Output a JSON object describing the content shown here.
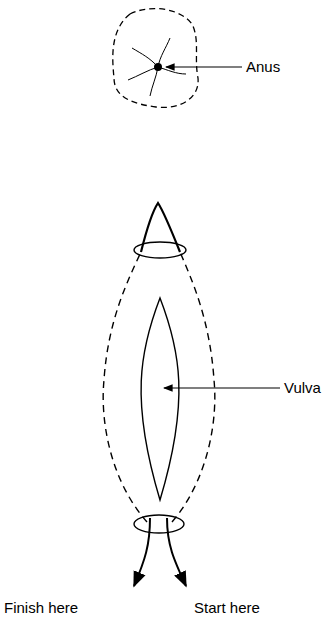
{
  "diagram": {
    "labels": [
      "Anus",
      "Vulva",
      "Finish here",
      "Start here"
    ]
  }
}
